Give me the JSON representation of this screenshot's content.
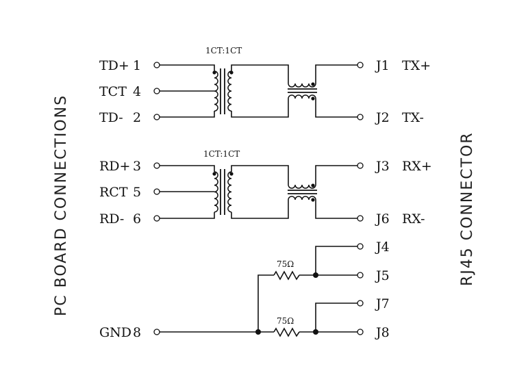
{
  "diagram": {
    "type": "schematic",
    "subject": "RJ45 magnetics (transformer + common-mode choke) with 75 ohm termination",
    "side_labels": {
      "left": "PC BOARD CONNECTIONS",
      "right": "RJ45 CONNECTOR"
    },
    "transformers": [
      {
        "id": "tx-transformer",
        "ratio_label": "1CT:1CT"
      },
      {
        "id": "rx-transformer",
        "ratio_label": "1CT:1CT"
      }
    ],
    "pc_board_pins": [
      {
        "id": "td-plus",
        "name": "TD+",
        "pin": "1"
      },
      {
        "id": "tct",
        "name": "TCT",
        "pin": "4"
      },
      {
        "id": "td-minus",
        "name": "TD-",
        "pin": "2"
      },
      {
        "id": "rd-plus",
        "name": "RD+",
        "pin": "3"
      },
      {
        "id": "rct",
        "name": "RCT",
        "pin": "5"
      },
      {
        "id": "rd-minus",
        "name": "RD-",
        "pin": "6"
      },
      {
        "id": "gnd",
        "name": "GND",
        "pin": "8"
      }
    ],
    "rj45_pins": [
      {
        "id": "j1",
        "name": "J1",
        "signal": "TX+"
      },
      {
        "id": "j2",
        "name": "J2",
        "signal": "TX-"
      },
      {
        "id": "j3",
        "name": "J3",
        "signal": "RX+"
      },
      {
        "id": "j6",
        "name": "J6",
        "signal": "RX-"
      },
      {
        "id": "j4",
        "name": "J4",
        "signal": ""
      },
      {
        "id": "j5",
        "name": "J5",
        "signal": ""
      },
      {
        "id": "j7",
        "name": "J7",
        "signal": ""
      },
      {
        "id": "j8",
        "name": "J8",
        "signal": ""
      }
    ],
    "resistors": [
      {
        "id": "r1",
        "label": "75Ω",
        "connects": [
          "GND bus",
          "J4/J5"
        ]
      },
      {
        "id": "r2",
        "label": "75Ω",
        "connects": [
          "GND 8",
          "J7/J8"
        ]
      }
    ]
  }
}
